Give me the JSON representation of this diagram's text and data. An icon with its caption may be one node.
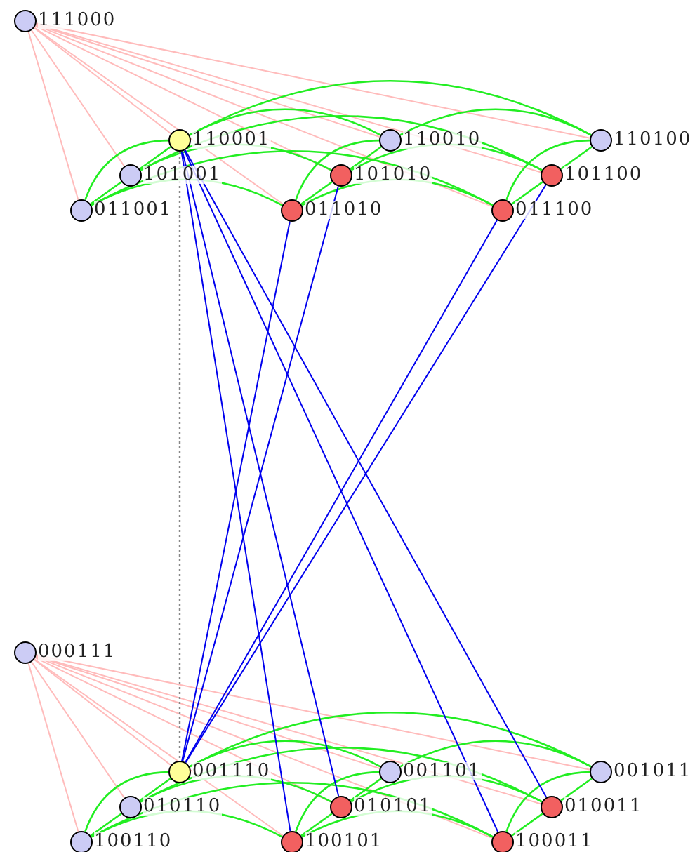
{
  "diagram": {
    "nodes": [
      {
        "text": [],
        "shape": "circle",
        "beside": [
          "111000"
        ]
      },
      {
        "text": [],
        "shape": "circle",
        "beside": [
          "110001"
        ]
      },
      {
        "text": [],
        "shape": "circle",
        "beside": [
          "110010"
        ]
      },
      {
        "text": [],
        "shape": "circle",
        "beside": [
          "110100"
        ]
      },
      {
        "text": [],
        "shape": "circle",
        "beside": [
          "101001"
        ]
      },
      {
        "text": [],
        "shape": "circle",
        "beside": [
          "101010"
        ]
      },
      {
        "text": [],
        "shape": "circle",
        "beside": [
          "101100"
        ]
      },
      {
        "text": [],
        "shape": "circle",
        "beside": [
          "011001"
        ]
      },
      {
        "text": [],
        "shape": "circle",
        "beside": [
          "011010"
        ]
      },
      {
        "text": [],
        "shape": "circle",
        "beside": [
          "011100"
        ]
      },
      {
        "text": [],
        "shape": "circle",
        "beside": [
          "000111"
        ]
      },
      {
        "text": [],
        "shape": "circle",
        "beside": [
          "001110"
        ]
      },
      {
        "text": [],
        "shape": "circle",
        "beside": [
          "001101"
        ]
      },
      {
        "text": [],
        "shape": "circle",
        "beside": [
          "001011"
        ]
      },
      {
        "text": [],
        "shape": "circle",
        "beside": [
          "010110"
        ]
      },
      {
        "text": [],
        "shape": "circle",
        "beside": [
          "010101"
        ]
      },
      {
        "text": [],
        "shape": "circle",
        "beside": [
          "010011"
        ]
      },
      {
        "text": [],
        "shape": "circle",
        "beside": [
          "100110"
        ]
      },
      {
        "text": [],
        "shape": "circle",
        "beside": [
          "100101"
        ]
      },
      {
        "text": [],
        "shape": "circle",
        "beside": [
          "100011"
        ]
      }
    ],
    "edges": [
      {
        "from": 0,
        "to": 1,
        "arrow": "none",
        "color": "#ffbbbb"
      },
      {
        "from": 0,
        "to": 2,
        "arrow": "none",
        "color": "#ffbbbb"
      },
      {
        "from": 0,
        "to": 3,
        "arrow": "none",
        "color": "#ffbbbb"
      },
      {
        "from": 0,
        "to": 4,
        "arrow": "none",
        "color": "#ffbbbb"
      },
      {
        "from": 0,
        "to": 5,
        "arrow": "none",
        "color": "#ffbbbb"
      },
      {
        "from": 0,
        "to": 6,
        "arrow": "none",
        "color": "#ffbbbb"
      },
      {
        "from": 0,
        "to": 7,
        "arrow": "none",
        "color": "#ffbbbb"
      },
      {
        "from": 0,
        "to": 8,
        "arrow": "none",
        "color": "#ffbbbb"
      },
      {
        "from": 0,
        "to": 9,
        "arrow": "none",
        "color": "#ffbbbb"
      },
      {
        "from": 1,
        "to": 2,
        "arrow": "none"
      },
      {
        "from": 2,
        "to": 3,
        "arrow": "none"
      },
      {
        "from": 1,
        "to": 3,
        "arrow": "none"
      },
      {
        "from": 4,
        "to": 5,
        "arrow": "none"
      },
      {
        "from": 5,
        "to": 6,
        "arrow": "none"
      },
      {
        "from": 4,
        "to": 6,
        "arrow": "none"
      },
      {
        "from": 7,
        "to": 8,
        "arrow": "none"
      },
      {
        "from": 8,
        "to": 9,
        "arrow": "none"
      },
      {
        "from": 7,
        "to": 9,
        "arrow": "none"
      },
      {
        "from": 1,
        "to": 4,
        "arrow": "none"
      },
      {
        "from": 4,
        "to": 7,
        "arrow": "none"
      },
      {
        "from": 1,
        "to": 7,
        "arrow": "none"
      },
      {
        "from": 2,
        "to": 5,
        "arrow": "none"
      },
      {
        "from": 5,
        "to": 8,
        "arrow": "none"
      },
      {
        "from": 2,
        "to": 8,
        "arrow": "none"
      },
      {
        "from": 3,
        "to": 6,
        "arrow": "none"
      },
      {
        "from": 6,
        "to": 9,
        "arrow": "none"
      },
      {
        "from": 3,
        "to": 9,
        "arrow": "none"
      },
      {
        "from": 10,
        "to": 11,
        "arrow": "none",
        "color": "#ffbbbb"
      },
      {
        "from": 10,
        "to": 12,
        "arrow": "none",
        "color": "#ffbbbb"
      },
      {
        "from": 10,
        "to": 13,
        "arrow": "none",
        "color": "#ffbbbb"
      },
      {
        "from": 10,
        "to": 14,
        "arrow": "none",
        "color": "#ffbbbb"
      },
      {
        "from": 10,
        "to": 15,
        "arrow": "none",
        "color": "#ffbbbb"
      },
      {
        "from": 10,
        "to": 16,
        "arrow": "none",
        "color": "#ffbbbb"
      },
      {
        "from": 10,
        "to": 17,
        "arrow": "none",
        "color": "#ffbbbb"
      },
      {
        "from": 10,
        "to": 18,
        "arrow": "none",
        "color": "#ffbbbb"
      },
      {
        "from": 10,
        "to": 19,
        "arrow": "none",
        "color": "#ffbbbb"
      },
      {
        "from": 11,
        "to": 12,
        "arrow": "none"
      },
      {
        "from": 12,
        "to": 13,
        "arrow": "none"
      },
      {
        "from": 11,
        "to": 13,
        "arrow": "none"
      },
      {
        "from": 14,
        "to": 15,
        "arrow": "none"
      },
      {
        "from": 15,
        "to": 16,
        "arrow": "none"
      },
      {
        "from": 14,
        "to": 16,
        "arrow": "none"
      },
      {
        "from": 17,
        "to": 18,
        "arrow": "none"
      },
      {
        "from": 18,
        "to": 19,
        "arrow": "none"
      },
      {
        "from": 17,
        "to": 19,
        "arrow": "none"
      },
      {
        "from": 11,
        "to": 14,
        "arrow": "none"
      },
      {
        "from": 14,
        "to": 17,
        "arrow": "none"
      },
      {
        "from": 11,
        "to": 17,
        "arrow": "none"
      },
      {
        "from": 12,
        "to": 15,
        "arrow": "none"
      },
      {
        "from": 15,
        "to": 18,
        "arrow": "none"
      },
      {
        "from": 12,
        "to": 18,
        "arrow": "none"
      },
      {
        "from": 13,
        "to": 16,
        "arrow": "none"
      },
      {
        "from": 16,
        "to": 19,
        "arrow": "none"
      },
      {
        "from": 13,
        "to": 19,
        "arrow": "none"
      },
      {
        "from": 1,
        "to": 18,
        "arrow": "none",
        "color": "#0000ee"
      },
      {
        "from": 1,
        "to": 15,
        "arrow": "none",
        "color": "#0000ee"
      },
      {
        "from": 1,
        "to": 19,
        "arrow": "none",
        "color": "#0000ee"
      },
      {
        "from": 1,
        "to": 16,
        "arrow": "none",
        "color": "#0000ee"
      },
      {
        "from": 11,
        "to": 8,
        "arrow": "none",
        "color": "#0000ee"
      },
      {
        "from": 11,
        "to": 5,
        "arrow": "none",
        "color": "#0000ee"
      },
      {
        "from": 11,
        "to": 9,
        "arrow": "none",
        "color": "#0000ee"
      },
      {
        "from": 11,
        "to": 6,
        "arrow": "none",
        "color": "#0000ee"
      },
      {
        "from": 1,
        "to": 11,
        "arrow": "none",
        "style": "dashed",
        "color": "#888888"
      }
    ]
  }
}
